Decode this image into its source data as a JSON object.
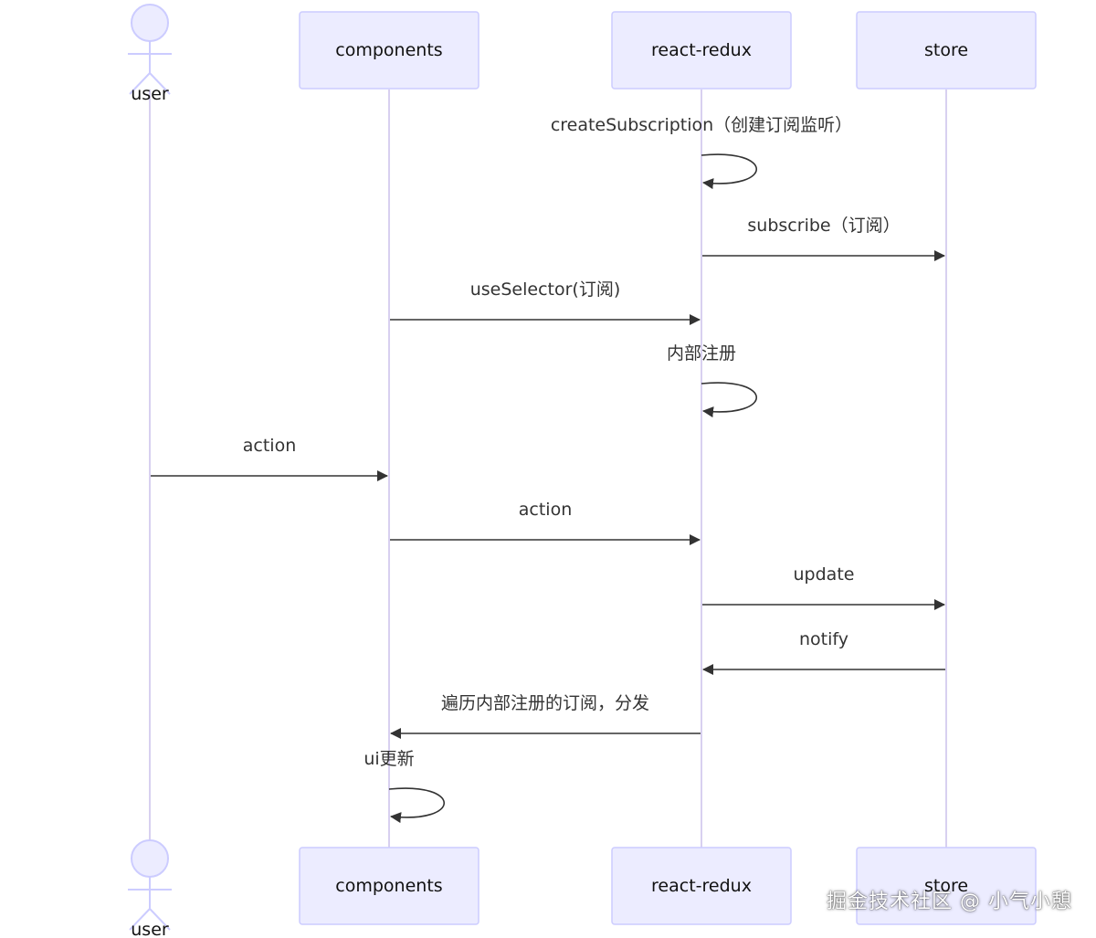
{
  "colors": {
    "participant_fill": "#ECECFF",
    "participant_stroke": "#CCCCFF",
    "lifeline": "#D8D0F0",
    "message": "#333333"
  },
  "participants": [
    {
      "id": "user",
      "label": "user",
      "kind": "actor"
    },
    {
      "id": "components",
      "label": "components",
      "kind": "box"
    },
    {
      "id": "react-redux",
      "label": "react-redux",
      "kind": "box"
    },
    {
      "id": "store",
      "label": "store",
      "kind": "box"
    }
  ],
  "messages": [
    {
      "from": "react-redux",
      "to": "react-redux",
      "label": "createSubscription（创建订阅监听）"
    },
    {
      "from": "react-redux",
      "to": "store",
      "label": "subscribe（订阅）"
    },
    {
      "from": "components",
      "to": "react-redux",
      "label": "useSelector(订阅)"
    },
    {
      "from": "react-redux",
      "to": "react-redux",
      "label": "内部注册"
    },
    {
      "from": "user",
      "to": "components",
      "label": "action"
    },
    {
      "from": "components",
      "to": "react-redux",
      "label": "action"
    },
    {
      "from": "react-redux",
      "to": "store",
      "label": "update"
    },
    {
      "from": "store",
      "to": "react-redux",
      "label": "notify"
    },
    {
      "from": "react-redux",
      "to": "components",
      "label": "遍历内部注册的订阅，分发"
    },
    {
      "from": "components",
      "to": "components",
      "label": "ui更新"
    }
  ],
  "watermark": "掘金技术社区 @ 小气小憩"
}
